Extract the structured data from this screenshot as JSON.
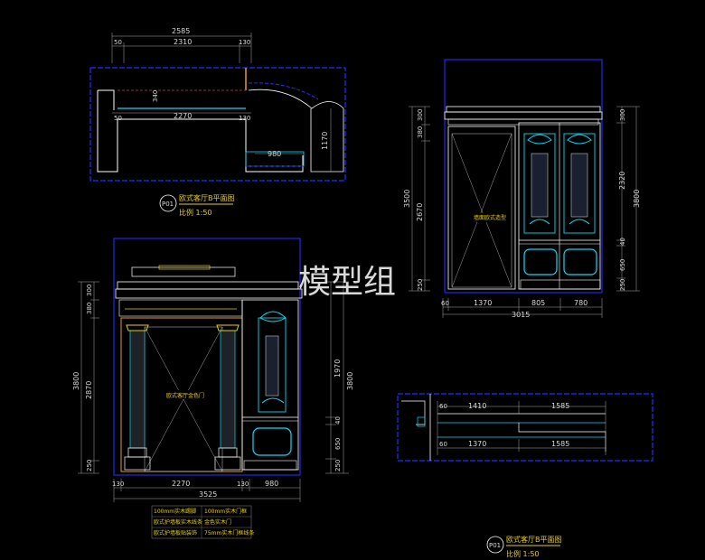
{
  "watermark": "模型组",
  "plan_top": {
    "dims_top": [
      "2585",
      "50",
      "2310",
      "130"
    ],
    "dims_inner": [
      "50",
      "2270",
      "130"
    ],
    "dim_340": "340",
    "dim_980": "980",
    "dim_1170": "1170",
    "title_badge": "P01",
    "title": "欧式客厅B平面图",
    "scale": "比例 1:50"
  },
  "elev_left": {
    "dims_left": [
      "300",
      "380",
      "2870",
      "250"
    ],
    "dim_total_left": "3800",
    "dims_right": [
      "1970",
      "3800",
      "40",
      "650",
      "250"
    ],
    "dims_bottom": [
      "130",
      "2270",
      "130",
      "980"
    ],
    "dim_total_bottom": "3525",
    "center_label": "欧式客厅金色门",
    "legend": [
      [
        "100mm实木踢脚",
        "100mm实木门框"
      ],
      [
        "欧式护墙板实木线条",
        "金色实木门"
      ],
      [
        "欧式护墙板贴装饰",
        "75mm实木门框线条"
      ]
    ]
  },
  "elev_right": {
    "dims_left": [
      "300",
      "380",
      "2670",
      "250"
    ],
    "dim_total_left": "3500",
    "dims_right": [
      "300",
      "2320",
      "40",
      "650",
      "250"
    ],
    "dim_total_right": "3800",
    "dims_bottom": [
      "60",
      "1370",
      "805",
      "780"
    ],
    "dim_total_bottom": "3015",
    "center_label": "墙面欧式造型"
  },
  "plan_bottom": {
    "dims_top": [
      "60",
      "1410",
      "1585"
    ],
    "dims_bottom": [
      "60",
      "1370",
      "1585"
    ],
    "title_badge": "P01",
    "title": "欧式客厅B平面图",
    "scale": "比例 1:50"
  }
}
